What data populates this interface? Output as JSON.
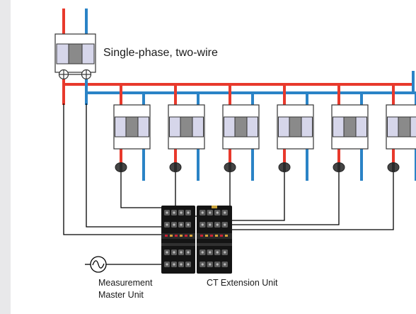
{
  "title": "Single-phase, two-wire",
  "labels": {
    "master_line1": "Measurement",
    "master_line2": "Master Unit",
    "extension": "CT Extension Unit"
  },
  "colors": {
    "background": "#e8e8ea",
    "panel": "#ffffff",
    "live_wire": "#e8392c",
    "neutral_wire": "#2a83c6",
    "signal_wire": "#000000",
    "breaker_body": "#d6d6ea",
    "breaker_switch": "#8a8a8a",
    "ct_sensor": "#444444",
    "unit_body": "#141414"
  },
  "icons": {
    "terminal": "circle-plus-icon",
    "ac_source": "sine-wave-source-icon"
  },
  "branch_circuit_count": 6
}
